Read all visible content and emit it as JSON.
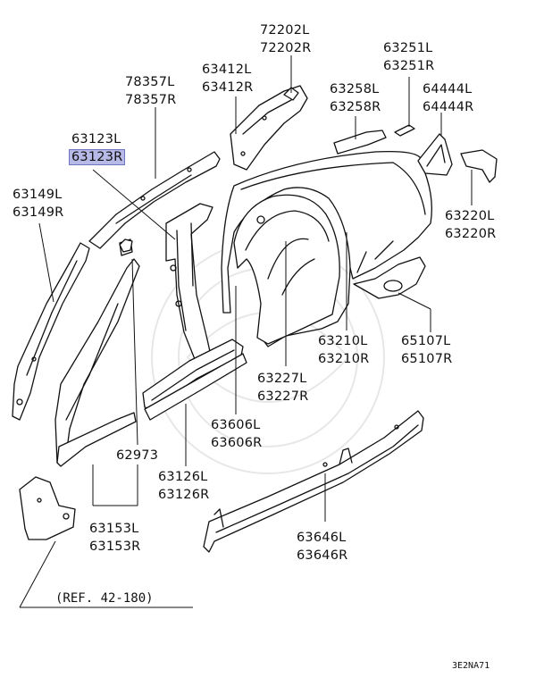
{
  "labels": [
    {
      "id": "72202",
      "lines": [
        "72202L",
        "72202R"
      ]
    },
    {
      "id": "63251",
      "lines": [
        "63251L",
        "63251R"
      ]
    },
    {
      "id": "78357",
      "lines": [
        "78357L",
        "78357R"
      ]
    },
    {
      "id": "63412",
      "lines": [
        "63412L",
        "63412R"
      ]
    },
    {
      "id": "63258",
      "lines": [
        "63258L",
        "63258R"
      ]
    },
    {
      "id": "64444",
      "lines": [
        "64444L",
        "64444R"
      ]
    },
    {
      "id": "63123",
      "lines": [
        "63123L",
        "63123R"
      ],
      "highlight": "63123R"
    },
    {
      "id": "63149",
      "lines": [
        "63149L",
        "63149R"
      ]
    },
    {
      "id": "63220",
      "lines": [
        "63220L",
        "63220R"
      ]
    },
    {
      "id": "63210",
      "lines": [
        "63210L",
        "63210R"
      ]
    },
    {
      "id": "65107",
      "lines": [
        "65107L",
        "65107R"
      ]
    },
    {
      "id": "63227",
      "lines": [
        "63227L",
        "63227R"
      ]
    },
    {
      "id": "63606",
      "lines": [
        "63606L",
        "63606R"
      ]
    },
    {
      "id": "62973",
      "lines": [
        "62973"
      ]
    },
    {
      "id": "63126",
      "lines": [
        "63126L",
        "63126R"
      ]
    },
    {
      "id": "63153",
      "lines": [
        "63153L",
        "63153R"
      ]
    },
    {
      "id": "63646",
      "lines": [
        "63646L",
        "63646R"
      ]
    }
  ],
  "reference": "(REF. 42-180)",
  "diagram_code": "3E2NA71"
}
